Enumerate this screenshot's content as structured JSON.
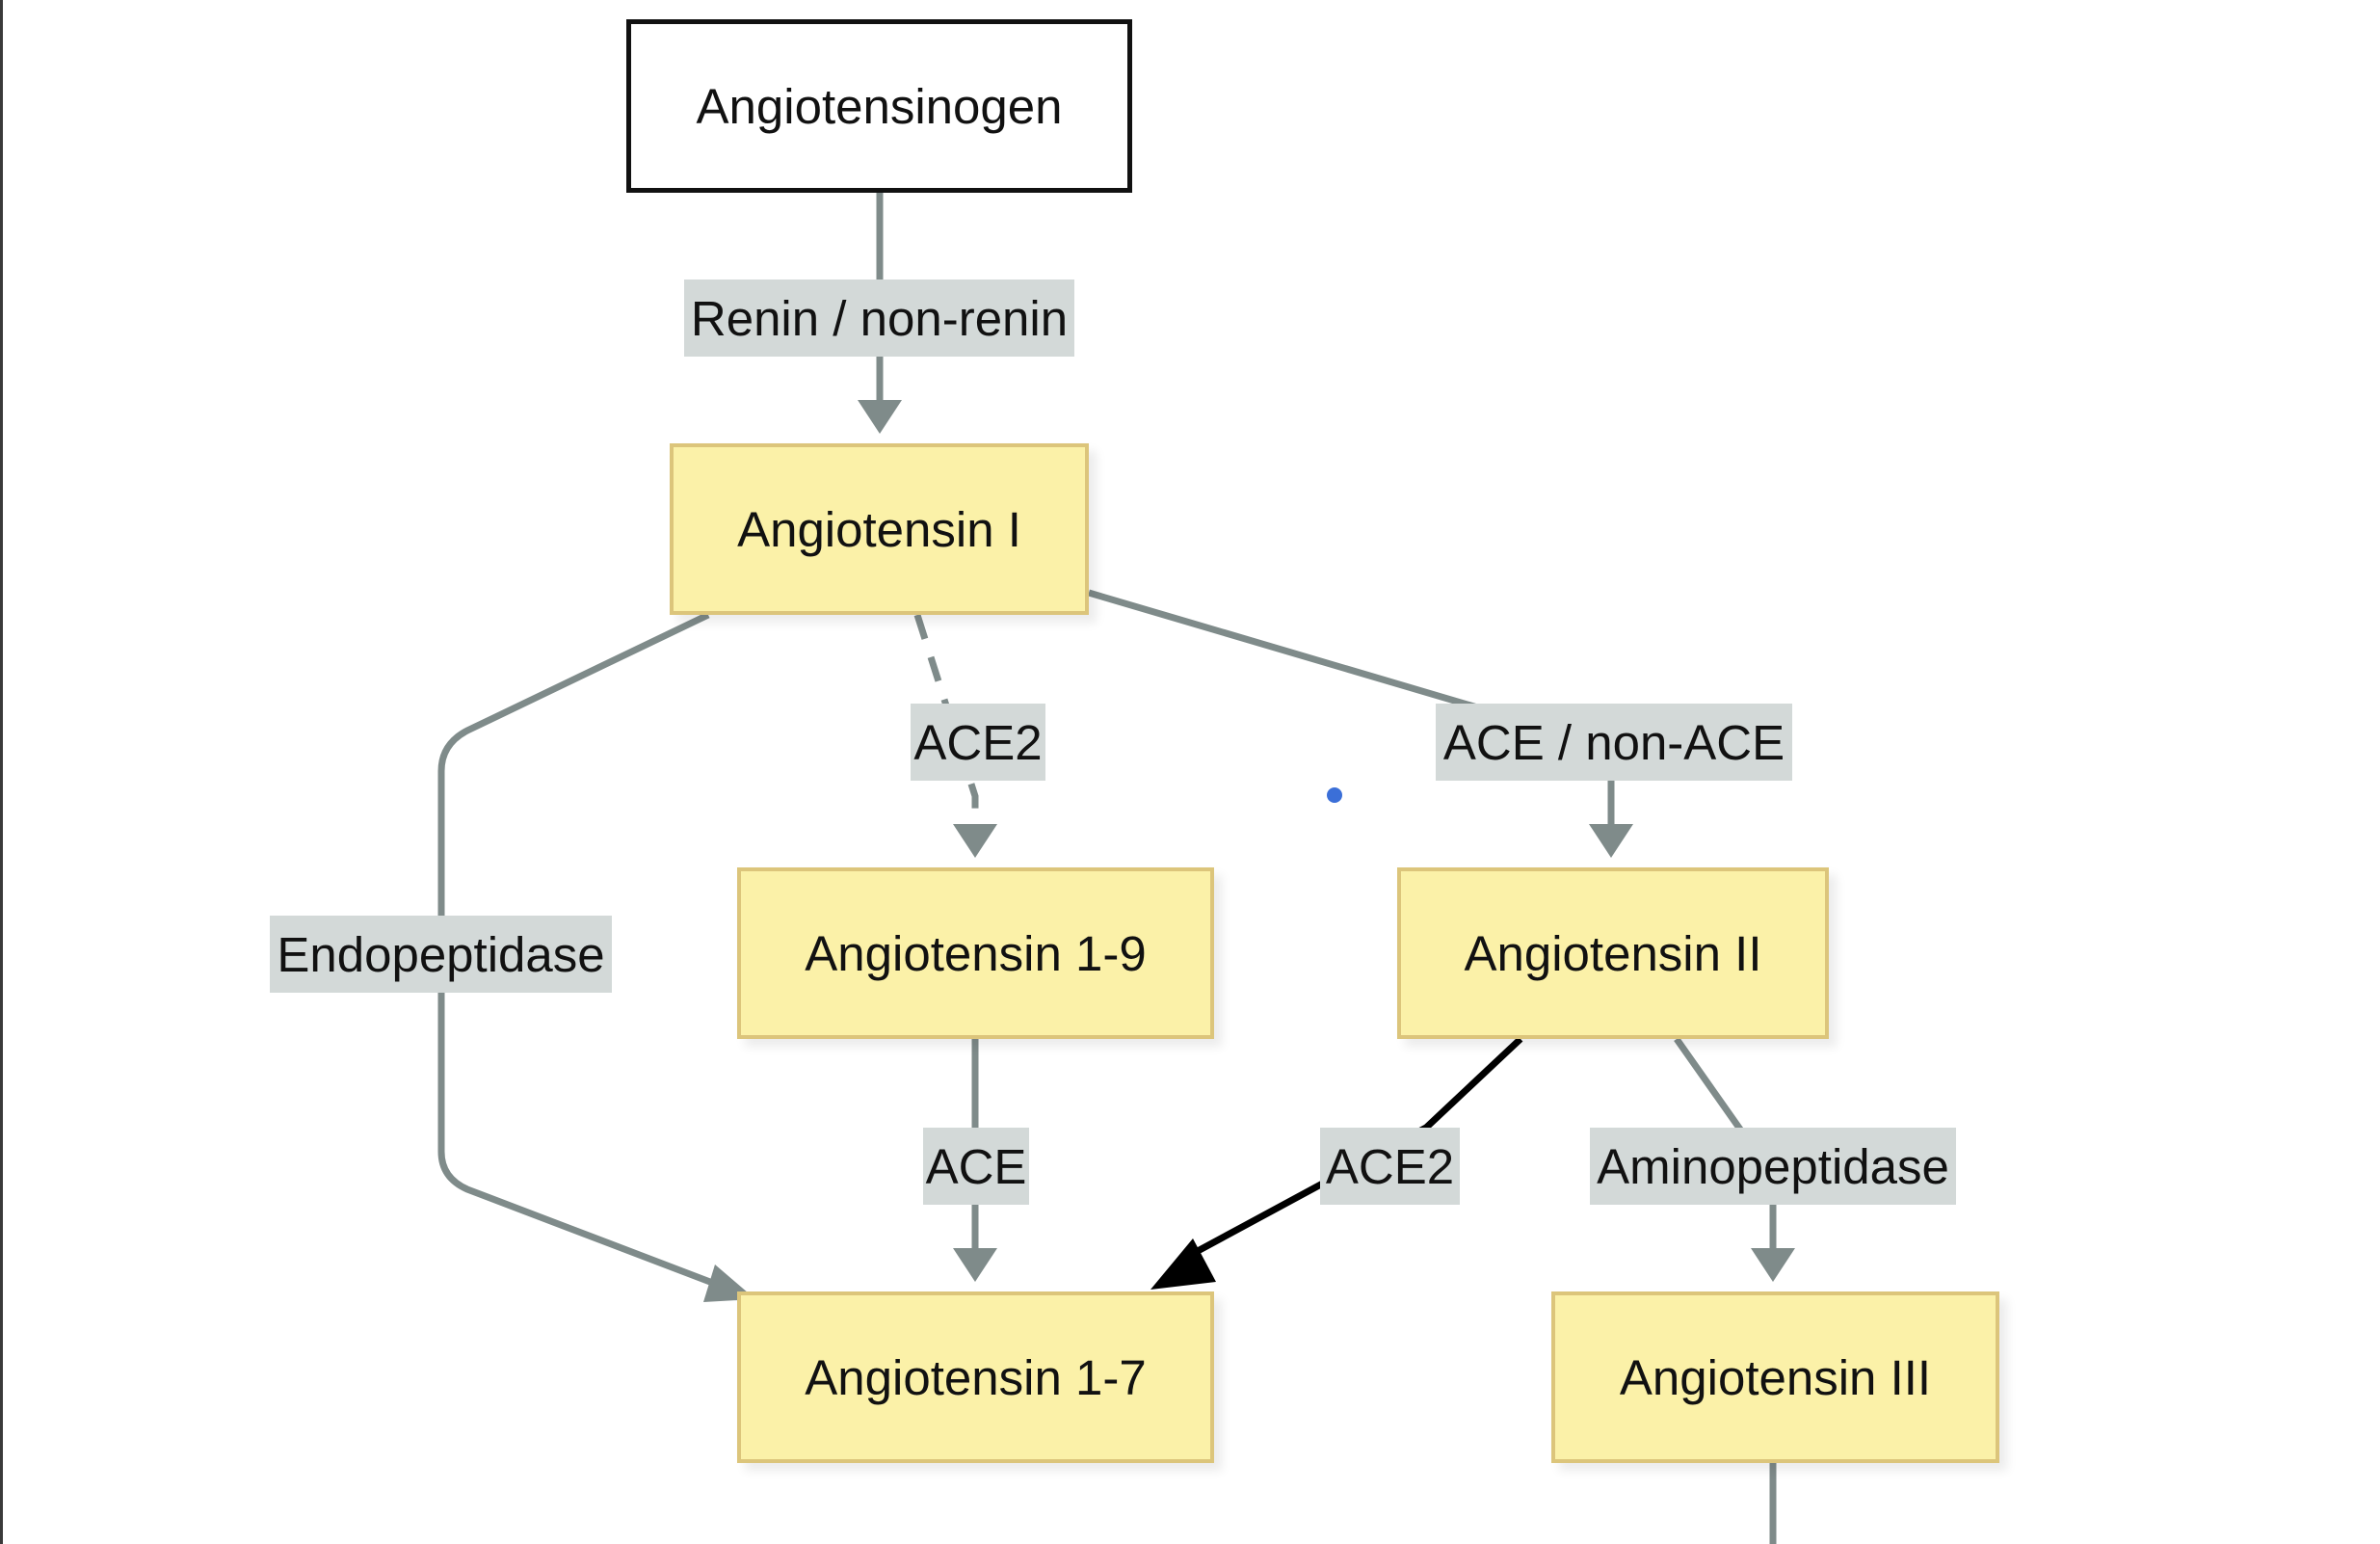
{
  "diagram": {
    "nodes": {
      "angiotensinogen": "Angiotensinogen",
      "angiotensin_i": "Angiotensin I",
      "angiotensin_1_9": "Angiotensin 1-9",
      "angiotensin_ii": "Angiotensin II",
      "angiotensin_1_7": "Angiotensin 1-7",
      "angiotensin_iii": "Angiotensin III"
    },
    "edge_labels": {
      "renin": "Renin / non-renin",
      "ace2_top": "ACE2",
      "ace_nonace": "ACE / non-ACE",
      "endopeptidase": "Endopeptidase",
      "ace": "ACE",
      "ace2_bottom": "ACE2",
      "aminopeptidase": "Aminopeptidase"
    },
    "colors": {
      "compound_fill": "#fbf1a8",
      "compound_border": "#dcc57b",
      "label_fill": "#d3d9d8",
      "arrow_gray": "#7f8b8a",
      "arrow_black": "#000000"
    }
  }
}
